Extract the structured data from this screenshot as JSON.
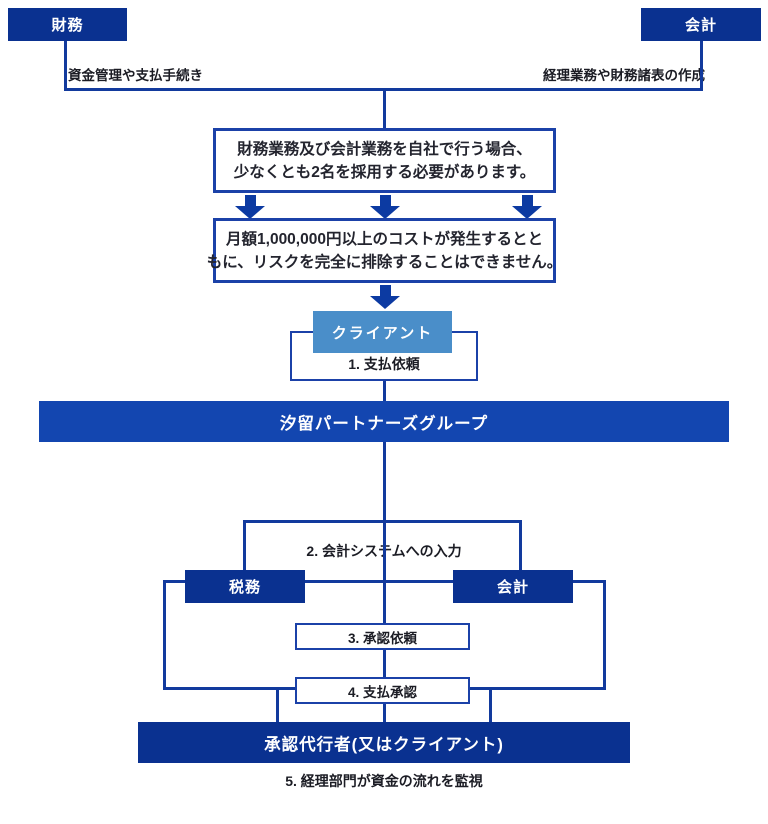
{
  "diagram": {
    "top": {
      "finance_box": "財務",
      "accounting_box": "会計",
      "finance_caption": "資金管理や支払手続き",
      "accounting_caption": "経理業務や財務諸表の作成"
    },
    "note_hiring": {
      "line1": "財務業務及び会計業務を自社で行う場合、",
      "line2": "少なくとも2名を採用する必要があります。"
    },
    "note_cost": {
      "line1": "月額1,000,000円以上のコストが発生するとと",
      "line2": "もに、リスクを完全に排除することはできません。"
    },
    "client_box": "クライアント",
    "step1": "1. 支払依頼",
    "group_bar": "汐留パートナーズグループ",
    "step2": "2. 会計システムへの入力",
    "tax_box": "税務",
    "accounting_box2": "会計",
    "step3": "3. 承認依頼",
    "step4": "4. 支払承認",
    "approver_bar": "承認代行者(又はクライアント)",
    "step5": "5. 経理部門が資金の流れを監視"
  },
  "colors": {
    "navy_box": "#0a3190",
    "group_bar": "#1346b0",
    "approver_bar": "#0a3190",
    "client_box": "#4a8ec9",
    "line": "#123a9d",
    "arrow": "#0c3aa2",
    "note_border": "#1b41a8",
    "text_dark": "#1b1c24",
    "text_white": "#ffffff",
    "background": "#ffffff"
  }
}
